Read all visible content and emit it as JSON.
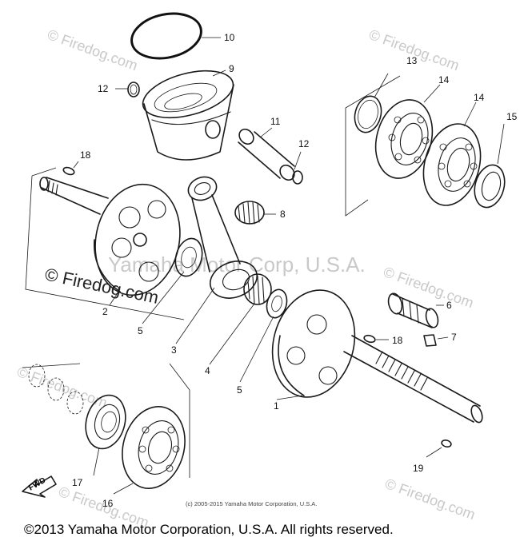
{
  "watermark": {
    "text": "© Firedog.com",
    "overlay_text": "Yamaha Motor Corp, U.S.A."
  },
  "callouts": {
    "c1": "1",
    "c2": "2",
    "c3": "3",
    "c4": "4",
    "c5a": "5",
    "c5b": "5",
    "c6": "6",
    "c7": "7",
    "c8": "8",
    "c9": "9",
    "c10": "10",
    "c11": "11",
    "c12a": "12",
    "c12b": "12",
    "c13": "13",
    "c14a": "14",
    "c14b": "14",
    "c15": "15",
    "c16": "16",
    "c17": "17",
    "c18a": "18",
    "c18b": "18",
    "c19": "19"
  },
  "fwd_label": "FWD",
  "inner_copyright": "(c) 2005-2015 Yamaha Motor Corporation, U.S.A.",
  "footer_copyright": "©2013 Yamaha Motor Corporation, U.S.A. All rights reserved."
}
